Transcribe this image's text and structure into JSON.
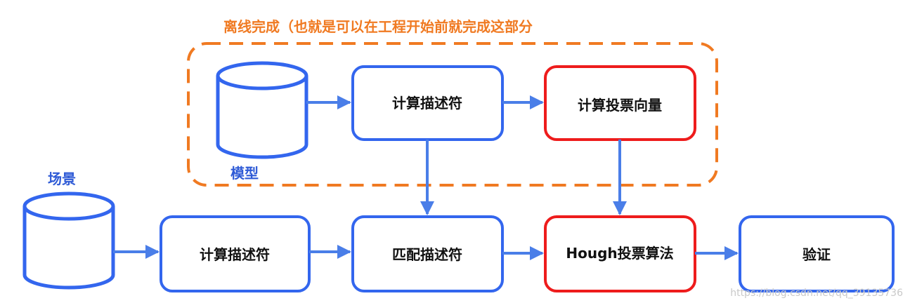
{
  "group": {
    "label": "离线完成（也就是可以在工程开始前就完成这部分"
  },
  "cylinders": {
    "model": "模型",
    "scene": "场景"
  },
  "boxes": {
    "model_compute_descriptor": "计算描述符",
    "compute_vote_vector": "计算投票向量",
    "scene_compute_descriptor": "计算描述符",
    "match_descriptor": "匹配描述符",
    "hough_voting": "Hough投票算法",
    "verify": "验证"
  },
  "watermark": "https://blog.csdn.net/qq_39135736",
  "colors": {
    "blue_border": "#3366ee",
    "red_border": "#ee1c1c",
    "orange_dash": "#f07a22",
    "arrow": "#4a7ee8"
  }
}
